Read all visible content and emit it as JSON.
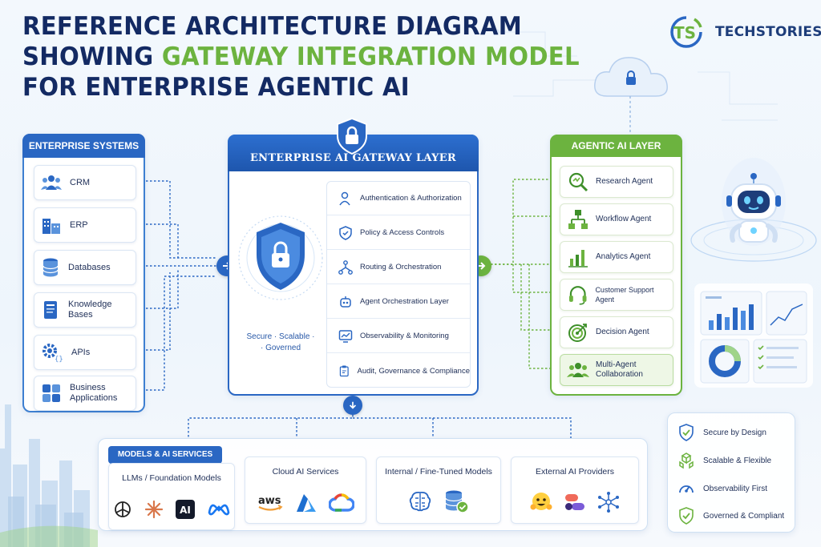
{
  "title": {
    "line1": "REFERENCE ARCHITECTURE DIAGRAM",
    "line2_prefix": "SHOWING ",
    "line2_accent": "GATEWAY INTEGRATION MODEL",
    "line3": "FOR ENTERPRISE AGENTIC AI"
  },
  "brand": {
    "name": "TECHSTORIESS",
    "logo_mark": "TS"
  },
  "colors": {
    "navy": "#132a63",
    "blue": "#2a67c3",
    "green": "#6cb33f",
    "light_bg": "#eef5fc"
  },
  "enterprise": {
    "header": "ENTERPRISE SYSTEMS",
    "items": [
      {
        "label": "CRM",
        "icon": "users-icon"
      },
      {
        "label": "ERP",
        "icon": "buildings-icon"
      },
      {
        "label": "Databases",
        "icon": "database-icon"
      },
      {
        "label": "Knowledge Bases",
        "icon": "book-icon"
      },
      {
        "label": "APIs",
        "icon": "gear-code-icon"
      },
      {
        "label": "Business Applications",
        "icon": "app-grid-icon"
      }
    ]
  },
  "gateway": {
    "header": "ENTERPRISE AI GATEWAY LAYER",
    "tagline_1": "Secure · Scalable ·",
    "tagline_2": "· Governed",
    "items": [
      {
        "label": "Authentication & Authorization",
        "icon": "user-key-icon"
      },
      {
        "label": "Policy & Access Controls",
        "icon": "shield-check-icon"
      },
      {
        "label": "Routing & Orchestration",
        "icon": "routing-icon"
      },
      {
        "label": "Agent Orchestration Layer",
        "icon": "robot-icon"
      },
      {
        "label": "Observability & Monitoring",
        "icon": "monitor-chart-icon"
      },
      {
        "label": "Audit, Governance & Compliance",
        "icon": "clipboard-icon"
      }
    ]
  },
  "agentic": {
    "header": "AGENTIC AI LAYER",
    "items": [
      {
        "label": "Research Agent",
        "icon": "magnifier-icon"
      },
      {
        "label": "Workflow Agent",
        "icon": "workflow-icon"
      },
      {
        "label": "Analytics Agent",
        "icon": "bar-chart-icon"
      },
      {
        "label": "Customer Support Agent",
        "icon": "headset-icon"
      },
      {
        "label": "Decision Agent",
        "icon": "target-icon"
      },
      {
        "label": "Multi-Agent Collaboration",
        "icon": "team-icon"
      }
    ]
  },
  "models": {
    "header": "MODELS & AI SERVICES",
    "cards": [
      {
        "label": "LLMs / Foundation Models",
        "logos": [
          "openai-icon",
          "anthropic-icon",
          "ai-badge-icon",
          "meta-icon"
        ],
        "badge": "AI"
      },
      {
        "label": "Cloud AI Services",
        "logos": [
          "aws-icon",
          "azure-icon",
          "google-cloud-icon"
        ],
        "aws_text": "aws"
      },
      {
        "label": "Internal / Fine-Tuned Models",
        "logos": [
          "brain-circuit-icon",
          "database-check-icon"
        ]
      },
      {
        "label": "External AI Providers",
        "logos": [
          "hugging-face-icon",
          "provider-blob-icon",
          "network-icon"
        ]
      }
    ]
  },
  "benefits": [
    {
      "label": "Secure by Design",
      "icon": "shield-check-icon"
    },
    {
      "label": "Scalable & Flexible",
      "icon": "cubes-icon"
    },
    {
      "label": "Observability First",
      "icon": "gauge-icon"
    },
    {
      "label": "Governed & Compliant",
      "icon": "shield-check-icon"
    }
  ]
}
